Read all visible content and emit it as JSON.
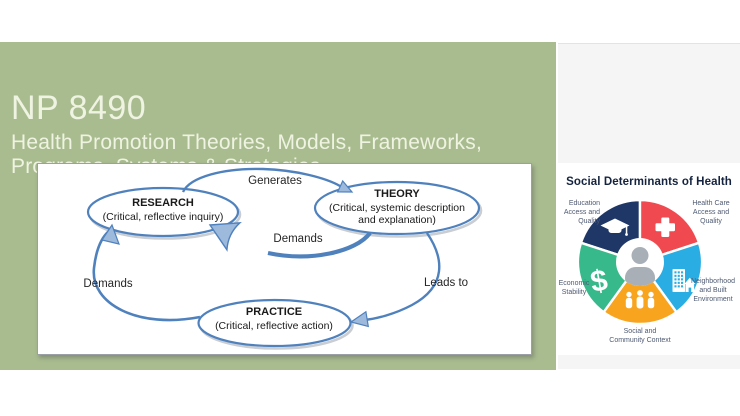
{
  "slide": {
    "course_code": "NP 8490",
    "subtitle_line1": "Health Promotion Theories, Models, Frameworks,",
    "subtitle_line2": "Programs, Systems & Strategies"
  },
  "colors": {
    "band_green": "#a9bc90",
    "title_text": "#eff3e1",
    "panel_gray": "#f5f5f5",
    "arrow_blue": "#4f81bd",
    "arrowhead_fill": "#9db9dc"
  },
  "diagram": {
    "nodes": {
      "research": {
        "title": "RESEARCH",
        "subtitle": "(Critical, reflective inquiry)"
      },
      "theory": {
        "title": "THEORY",
        "subtitle": "(Critical, systemic description and explanation)"
      },
      "practice": {
        "title": "PRACTICE",
        "subtitle": "(Critical, reflective action)"
      }
    },
    "edge_labels": {
      "generates": "Generates",
      "demands_theory_to_research": "Demands",
      "demands_practice_to_research": "Demands",
      "leads_to": "Leads to"
    }
  },
  "sdoh": {
    "title": "Social Determinants of Health",
    "segments": [
      {
        "id": "education",
        "label": "Education\nAccess and\nQuality",
        "color": "#1e3766",
        "icon": "graduation-cap-icon"
      },
      {
        "id": "health-care",
        "label": "Health Care\nAccess and\nQuality",
        "color": "#f0494f",
        "icon": "medical-cross-icon"
      },
      {
        "id": "neighborhood",
        "label": "Neighborhood\nand Built\nEnvironment",
        "color": "#2aade3",
        "icon": "buildings-icon"
      },
      {
        "id": "social",
        "label": "Social and\nCommunity Context",
        "color": "#f8a41e",
        "icon": "people-icon"
      },
      {
        "id": "economic",
        "label": "Economic\nStability",
        "color": "#38b98b",
        "icon": "dollar-icon"
      }
    ],
    "dollar_glyph": "$",
    "center_icon": "person-icon"
  }
}
